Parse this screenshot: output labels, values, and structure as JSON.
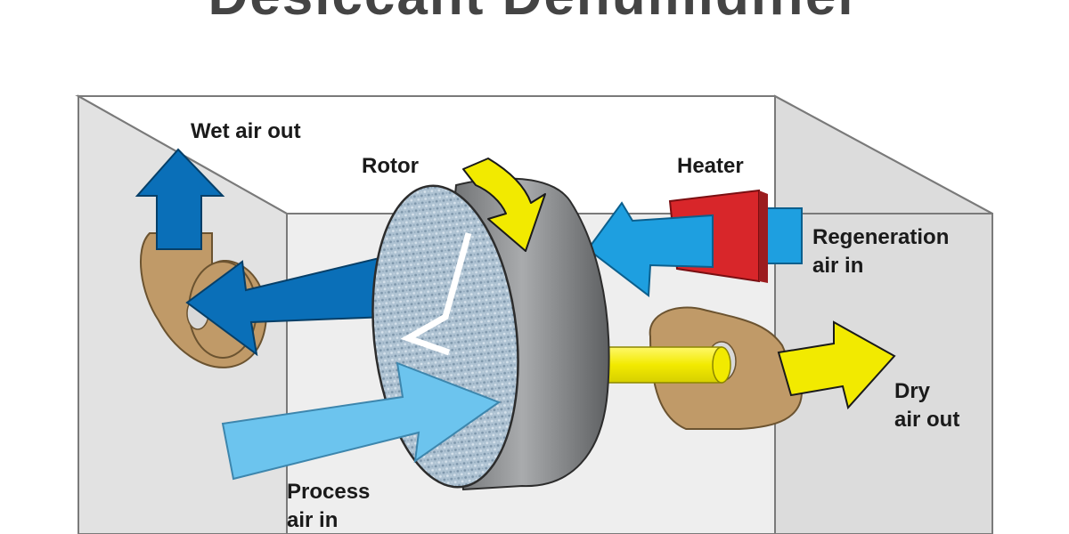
{
  "title": "Desiccant Dehumidifier",
  "labels": {
    "wet_air_out": "Wet air out",
    "rotor": "Rotor",
    "heater": "Heater",
    "regeneration_air_in_line1": "Regeneration",
    "regeneration_air_in_line2": "air in",
    "dry_air_out_line1": "Dry",
    "dry_air_out_line2": "air out",
    "process_air_in_line1": "Process",
    "process_air_in_line2": "air in"
  },
  "colors": {
    "wet_air_arrow": "#0a6fb8",
    "regeneration_arrow": "#1e9fe0",
    "process_arrow": "#6cc4ee",
    "dry_air_arrow": "#f2ea00",
    "rotation_arrow": "#f2ea00",
    "heater": "#d8262a",
    "fan_housing": "#c09a68",
    "rotor_rim": "#8e9092",
    "rotor_face": "#a9bccc",
    "cabinet_wall": "#e2e2e2"
  }
}
